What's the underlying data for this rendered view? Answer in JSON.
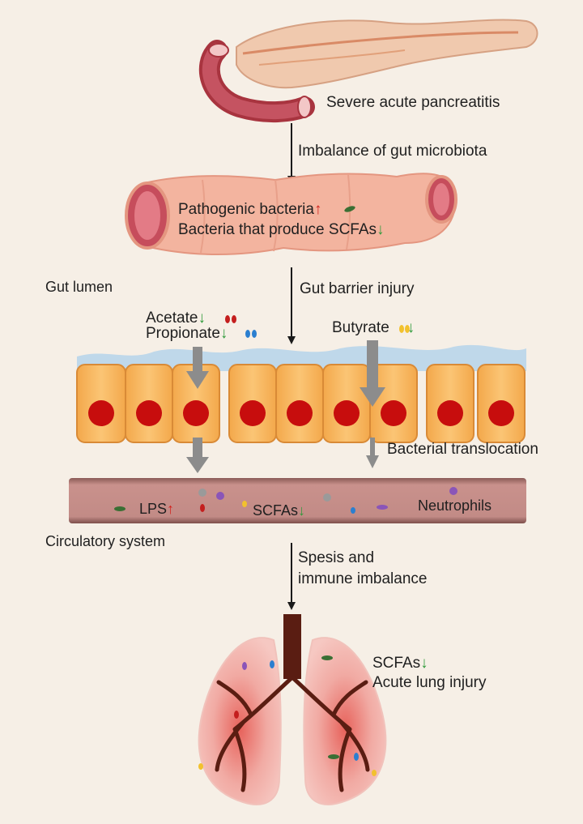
{
  "nodes": {
    "pancreatitis": "Severe acute pancreatitis",
    "pathogenic": "Pathogenic bacteria",
    "scfa_bacteria": "Bacteria that produce SCFAs",
    "gut_lumen": "Gut lumen",
    "acetate": "Acetate",
    "propionate": "Propionate",
    "butyrate": "Butyrate",
    "translocation": "Bacterial translocation",
    "lps": "LPS",
    "scfas_blood": "SCFAs",
    "neutrophils": "Neutrophils",
    "circulatory": "Circulatory system",
    "scfas_lung": "SCFAs",
    "lung_injury": "Acute lung injury"
  },
  "edges": {
    "e1": "Imbalance of gut microbiota",
    "e2": "Gut barrier injury",
    "e3_line1": "Spesis and",
    "e3_line2": "immune imbalance"
  },
  "arrows": {
    "up": "↑",
    "down": "↓"
  },
  "colors": {
    "background": "#f6efe6",
    "up_arrow": "#d3231e",
    "down_arrow": "#2f9a3a",
    "cell": "#f6b55a",
    "nucleus": "#c70d0d",
    "vessel": "#c48e8a",
    "intestine": "#f2b09a",
    "lung": "#f2b0aa"
  }
}
